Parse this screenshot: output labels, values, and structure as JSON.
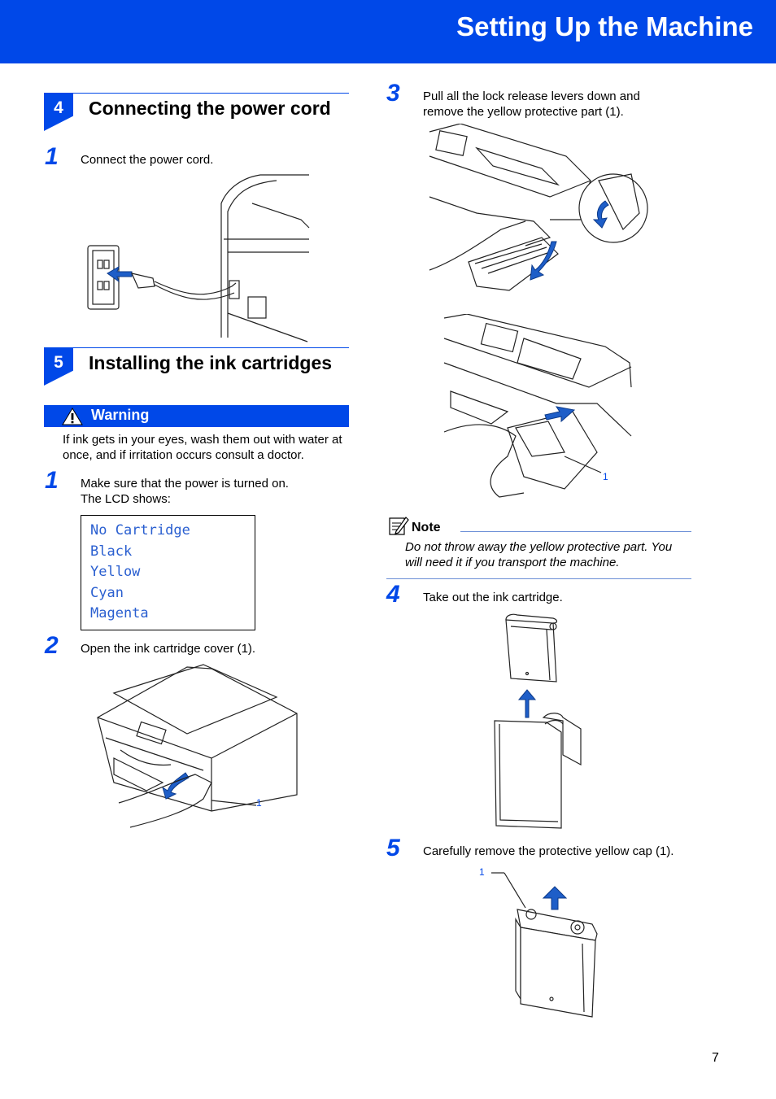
{
  "header": {
    "title": "Setting Up the Machine"
  },
  "section4": {
    "number": "4",
    "title": "Connecting the power cord",
    "steps": [
      {
        "num": "1",
        "text": "Connect the power cord."
      }
    ]
  },
  "section5": {
    "number": "5",
    "title": "Installing the ink cartridges",
    "warning": {
      "label": "Warning",
      "text": "If ink gets in your eyes, wash them out with water at once, and if irritation occurs consult a doctor."
    },
    "step1": {
      "num": "1",
      "line1": "Make sure that the power is turned on.",
      "line2": "The LCD shows:"
    },
    "lcd": [
      "No Cartridge",
      "Black",
      "Yellow",
      "Cyan",
      "Magenta"
    ],
    "step2": {
      "num": "2",
      "text": "Open the ink cartridge cover (1).",
      "callout": "1"
    },
    "step3": {
      "num": "3",
      "line1": "Pull all the lock release levers down and",
      "line2": "remove the yellow protective part (1).",
      "callout": "1"
    },
    "note": {
      "label": "Note",
      "line1": "Do not throw away the yellow protective part. You",
      "line2": "will need it if you transport the machine."
    },
    "step4": {
      "num": "4",
      "text": "Take out the ink cartridge."
    },
    "step5": {
      "num": "5",
      "text": "Carefully remove the protective yellow cap (1).",
      "callout": "1"
    }
  },
  "footer": {
    "page": "7"
  },
  "colors": {
    "brand_blue": "#0048e8",
    "lcd_text": "#2a5fd0"
  },
  "icons": {
    "warning": "warning-triangle-icon",
    "note": "note-pencil-icon"
  }
}
